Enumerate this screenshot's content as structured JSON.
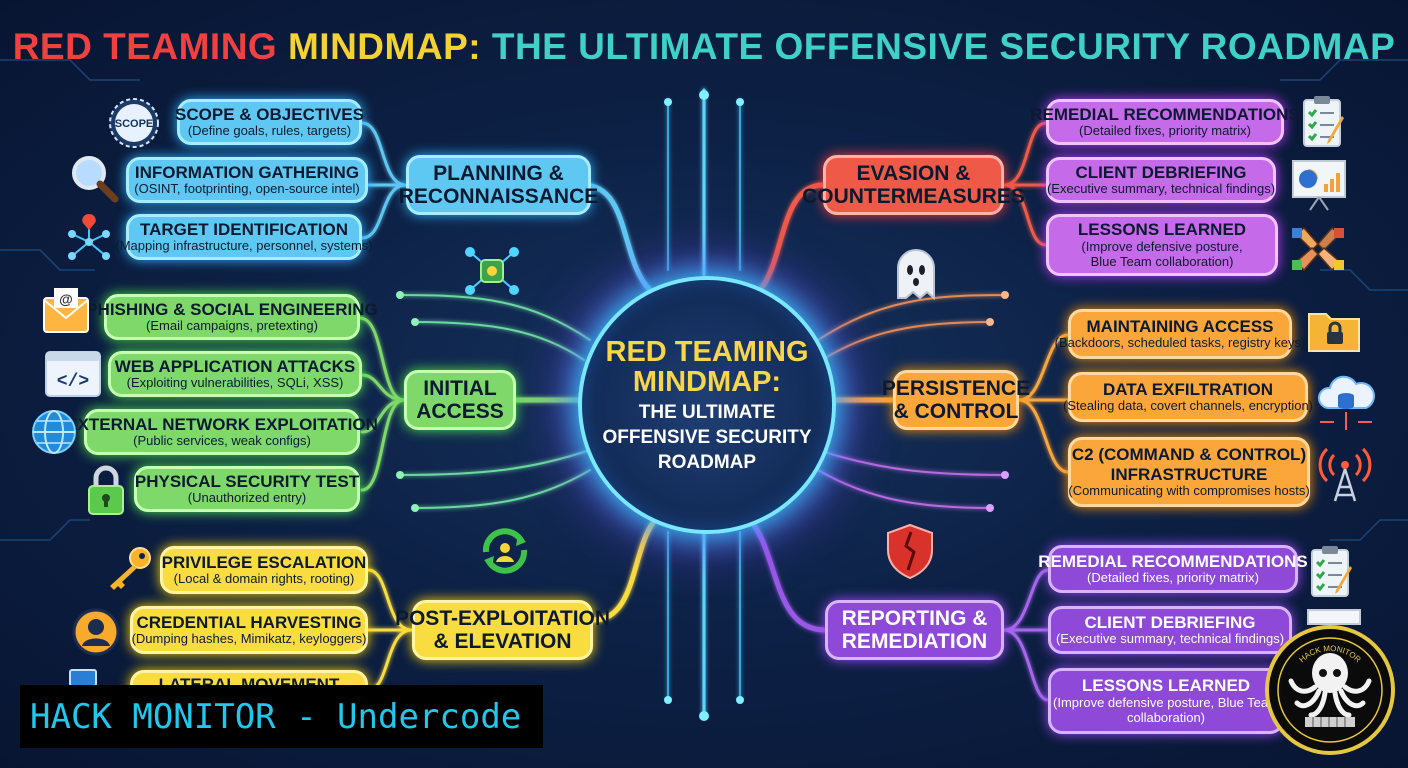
{
  "title": {
    "part1": "RED TEAMING",
    "part2": "MINDMAP:",
    "part3": "THE ULTIMATE OFFENSIVE SECURITY ROADMAP"
  },
  "center": {
    "line1": "RED TEAMING",
    "line2": "MINDMAP:",
    "line3": "THE ULTIMATE",
    "line4": "OFFENSIVE SECURITY",
    "line5": "ROADMAP"
  },
  "branches": {
    "planning": {
      "title1": "PLANNING &",
      "title2": "RECONNAISSANCE",
      "color": "#5fc8f2",
      "items": [
        {
          "title": "SCOPE & OBJECTIVES",
          "desc": "(Define goals, rules, targets)",
          "icon": "scope-badge-icon",
          "icon_text": "SCOPE"
        },
        {
          "title": "INFORMATION GATHERING",
          "desc": "(OSINT, footprinting, open-source intel)",
          "icon": "magnifier-icon"
        },
        {
          "title": "TARGET IDENTIFICATION",
          "desc": "(Mapping infrastructure, personnel, systems)",
          "icon": "network-map-icon"
        }
      ]
    },
    "initial": {
      "title1": "INITIAL",
      "title2": "ACCESS",
      "color": "#7ed96a",
      "items": [
        {
          "title": "PHISHING & SOCIAL ENGINEERING",
          "desc": "(Email campaigns, pretexting)",
          "icon": "email-icon"
        },
        {
          "title": "WEB APPLICATION ATTACKS",
          "desc": "(Exploiting vulnerabilities, SQLi, XSS)",
          "icon": "code-window-icon"
        },
        {
          "title": "EXTERNAL NETWORK EXPLOITATION",
          "desc": "(Public services, weak configs)",
          "icon": "globe-icon"
        },
        {
          "title": "PHYSICAL SECURITY TEST",
          "desc": "(Unauthorized entry)",
          "icon": "padlock-icon"
        }
      ]
    },
    "post": {
      "title1": "POST-EXPLOITATION",
      "title2": "& ELEVATION",
      "color": "#f9dc3f",
      "items": [
        {
          "title": "PRIVILEGE ESCALATION",
          "desc": "(Local & domain rights, rooting)",
          "icon": "key-icon"
        },
        {
          "title": "CREDENTIAL HARVESTING",
          "desc": "(Dumping hashes, Mimikatz, keyloggers)",
          "icon": "user-icon"
        },
        {
          "title": "LATERAL MOVEMENT",
          "desc": "",
          "icon": "computer-icon"
        }
      ]
    },
    "evasion": {
      "title1": "EVASION &",
      "title2": "COUNTERMEASURES",
      "color": "#ef5a48",
      "items": [
        {
          "title": "REMEDIAL RECOMMENDATIONS",
          "desc": "(Detailed fixes, priority matrix)",
          "icon": "checklist-icon"
        },
        {
          "title": "CLIENT DEBRIEFING",
          "desc": "(Executive summary, technical findings)",
          "icon": "presentation-icon"
        },
        {
          "title": "LESSONS LEARNED",
          "desc1": "(Improve defensive posture,",
          "desc2": "Blue Team collaboration)",
          "icon": "handshake-icon"
        }
      ]
    },
    "persistence": {
      "title1": "PERSISTENCE",
      "title2": "& CONTROL",
      "color": "#fba63a",
      "items": [
        {
          "title": "MAINTAINING ACCESS",
          "desc": "(Backdoors, scheduled tasks, registry keys)",
          "icon": "locked-folder-icon"
        },
        {
          "title": "DATA EXFILTRATION",
          "desc": "(Stealing data, covert channels, encryption)",
          "icon": "cloud-database-icon"
        },
        {
          "title1": "C2 (COMMAND & CONTROL)",
          "title2": "INFRASTRUCTURE",
          "desc": "(Communicating with compromises hosts)",
          "icon": "radio-tower-icon"
        }
      ]
    },
    "reporting": {
      "title1": "REPORTING &",
      "title2": "REMEDIATION",
      "color": "#8e49d9",
      "items": [
        {
          "title": "REMEDIAL RECOMMENDATIONS",
          "desc": "(Detailed fixes, priority matrix)",
          "icon": "checklist-icon"
        },
        {
          "title": "CLIENT DEBRIEFING",
          "desc": "(Executive summary, technical findings)",
          "icon": "presentation-icon"
        },
        {
          "title": "LESSONS LEARNED",
          "desc1": "(Improve defensive posture, Blue Team",
          "desc2": "collaboration)",
          "icon": "handshake-icon"
        }
      ]
    }
  },
  "decor_icons": [
    "hub-icon",
    "ghost-icon",
    "refresh-user-icon",
    "broken-shield-icon"
  ],
  "watermark": "HACK MONITOR - Undercode",
  "logo": {
    "icon": "octopus-logo-icon",
    "text": "HACK MONITOR"
  }
}
